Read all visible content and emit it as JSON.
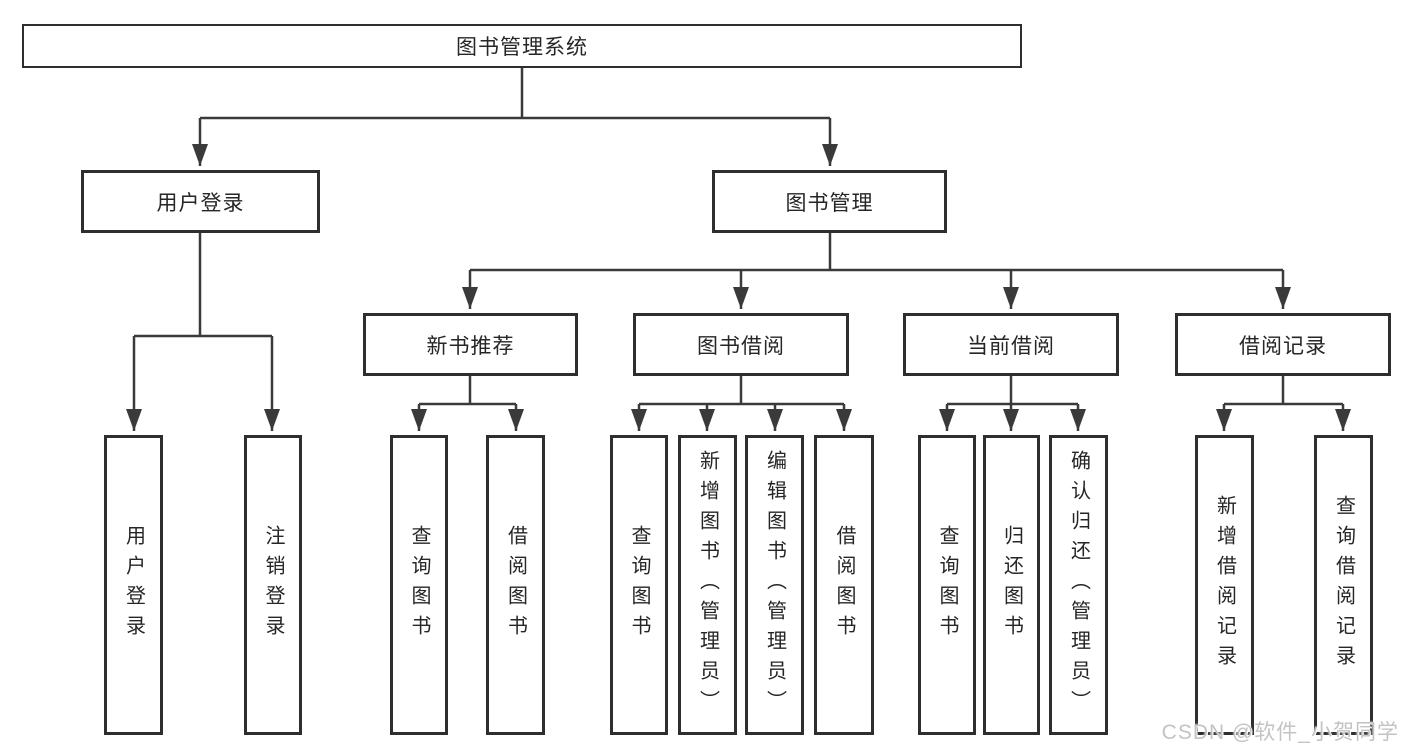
{
  "diagram": {
    "root": {
      "label": "图书管理系统"
    },
    "branches": [
      {
        "label": "用户登录",
        "children": [
          {
            "label": "用户登录"
          },
          {
            "label": "注销登录"
          }
        ]
      },
      {
        "label": "图书管理",
        "children": [
          {
            "label": "新书推荐",
            "children": [
              {
                "label": "查询图书"
              },
              {
                "label": "借阅图书"
              }
            ]
          },
          {
            "label": "图书借阅",
            "children": [
              {
                "label": "查询图书"
              },
              {
                "label": "新增图书（管理员）"
              },
              {
                "label": "编辑图书（管理员）"
              },
              {
                "label": "借阅图书"
              }
            ]
          },
          {
            "label": "当前借阅",
            "children": [
              {
                "label": "查询图书"
              },
              {
                "label": "归还图书"
              },
              {
                "label": "确认归还（管理员）"
              }
            ]
          },
          {
            "label": "借阅记录",
            "children": [
              {
                "label": "新增借阅记录"
              },
              {
                "label": "查询借阅记录"
              }
            ]
          }
        ]
      }
    ]
  },
  "watermark": {
    "text": "CSDN @软件_小贺同学"
  },
  "colors": {
    "line": "#3a3a3a",
    "border": "#2e2e2e",
    "text": "#262626",
    "watermark": "#c3c3c3",
    "background": "#ffffff"
  }
}
